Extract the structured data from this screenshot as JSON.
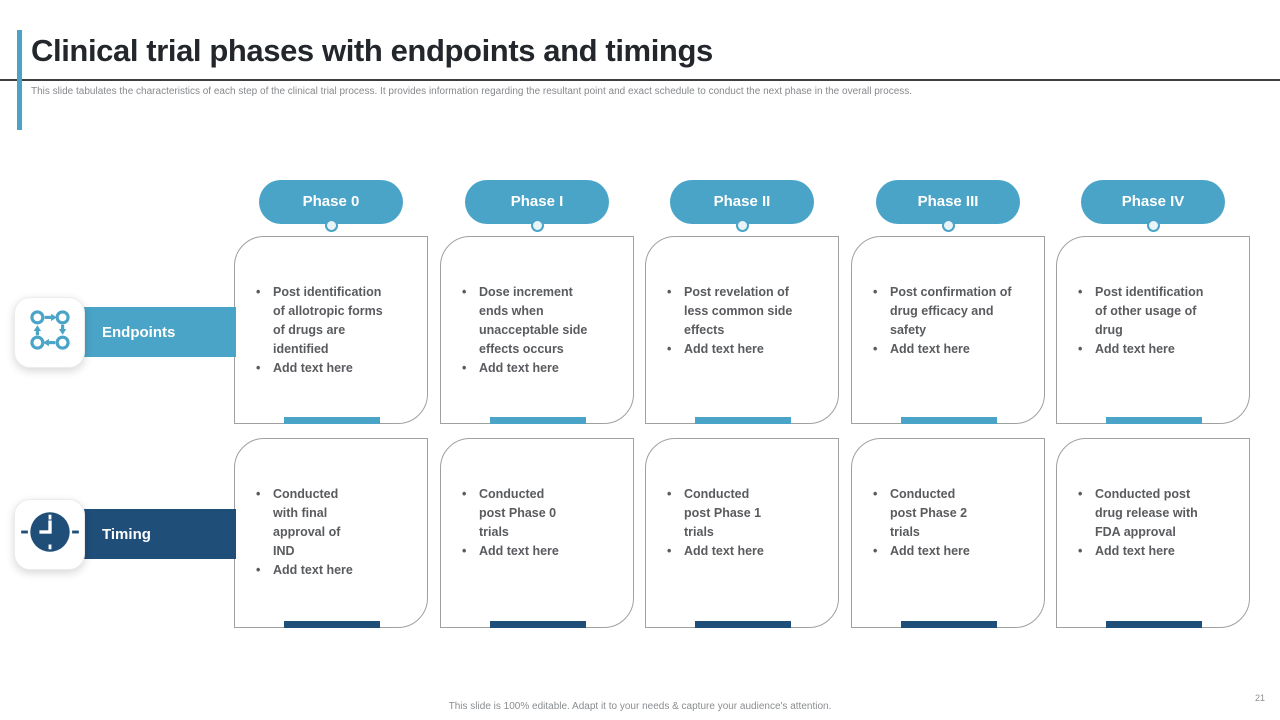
{
  "slide": {
    "title": "Clinical trial phases with endpoints and timings",
    "subtitle": "This slide tabulates the characteristics of each step of the clinical trial process. It provides information regarding the resultant point and exact schedule to conduct the next phase in the overall process.",
    "footer": "This slide is 100% editable. Adapt it to your needs & capture your audience's attention.",
    "page_number": "21"
  },
  "colors": {
    "accent_teal": "#4AA4C7",
    "accent_navy": "#1F4E79"
  },
  "rows": [
    {
      "label": "Endpoints",
      "icon": "cycle-process-icon"
    },
    {
      "label": "Timing",
      "icon": "clock-icon"
    }
  ],
  "columns": [
    {
      "phase": "Phase 0",
      "endpoints": [
        "Post identification\nof allotropic forms\nof drugs are\nidentified",
        "Add text here"
      ],
      "timing": [
        "Conducted\nwith final\napproval of\nIND",
        "Add text here"
      ]
    },
    {
      "phase": "Phase I",
      "endpoints": [
        "Dose increment\nends when\nunacceptable side\neffects occurs",
        "Add text here"
      ],
      "timing": [
        "Conducted\npost Phase 0\ntrials",
        "Add text here"
      ]
    },
    {
      "phase": "Phase II",
      "endpoints": [
        "Post revelation of\nless common side\neffects",
        "Add text here"
      ],
      "timing": [
        "Conducted\npost Phase 1\ntrials",
        "Add text here"
      ]
    },
    {
      "phase": "Phase III",
      "endpoints": [
        "Post confirmation of\ndrug efficacy and\nsafety",
        "Add text here"
      ],
      "timing": [
        "Conducted\npost Phase 2\ntrials",
        "Add text here"
      ]
    },
    {
      "phase": "Phase IV",
      "endpoints": [
        "Post identification\nof other usage of\ndrug",
        "Add text here"
      ],
      "timing": [
        "Conducted post\ndrug release with\nFDA approval",
        "Add text here"
      ]
    }
  ]
}
